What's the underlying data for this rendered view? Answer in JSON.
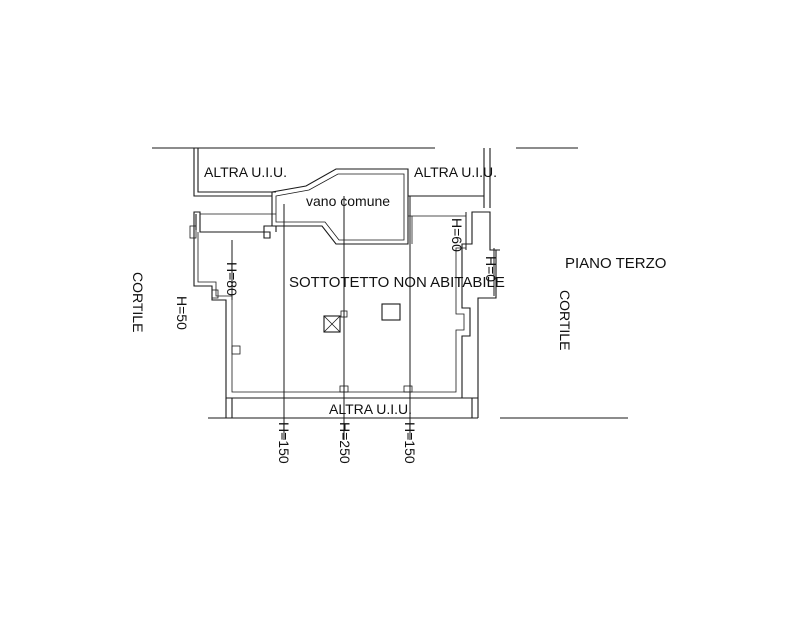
{
  "labels": {
    "altra_uiu_left": "ALTRA U.I.U.",
    "altra_uiu_right": "ALTRA U.I.U.",
    "altra_uiu_bottom": "ALTRA U.I.U.",
    "vano_comune": "vano comune",
    "sottotetto": "SOTTOTETTO NON ABITABILE",
    "piano_terzo": "PIANO TERZO",
    "cortile_left": "CORTILE",
    "cortile_right": "CORTILE"
  },
  "heights": {
    "h_80": "H=80",
    "h_60": "H=60",
    "h_50": "H=50",
    "h_0": "H=0",
    "h_150_left": "H=150",
    "h_250": "H=250",
    "h_150_right": "H=150"
  }
}
